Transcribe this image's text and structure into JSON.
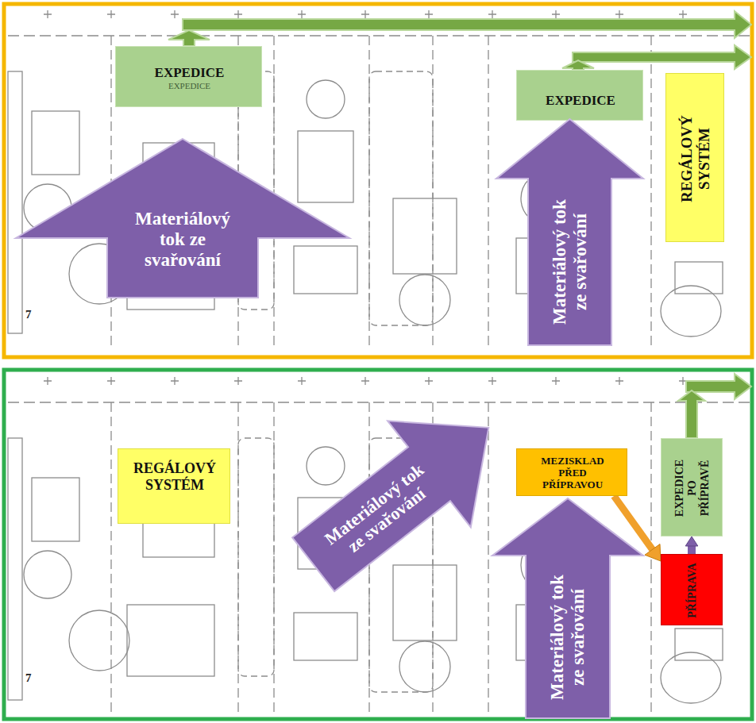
{
  "diagram": {
    "nodes": [
      {
        "text": [
          "EXPEDICE",
          "EXPEDICE"
        ]
      },
      {
        "text": [
          "EXPEDICE"
        ]
      },
      {
        "text": [
          "REGÁLOVÝ SYSTÉM"
        ]
      },
      {
        "text": [
          "Materiálový tok ze svařování"
        ]
      },
      {
        "text": [
          "Materiálový tok ze svařování"
        ]
      },
      {
        "text": [
          "REGÁLOVÝ SYSTÉM"
        ]
      },
      {
        "text": [
          "MEZISKLAD PŘED PŘÍPRAVOU"
        ]
      },
      {
        "text": [
          "EXPEDICE PO PŘÍPRAVĚ"
        ]
      },
      {
        "text": [
          "Materiálový tok ze svařování"
        ]
      },
      {
        "text": [
          "PŘÍPRAVA"
        ]
      },
      {
        "text": [
          "Materiálový tok ze svařování"
        ]
      }
    ],
    "edges": [
      {
        "from": 6,
        "to": 9,
        "arrow": "to"
      },
      {
        "from": 9,
        "to": 7,
        "arrow": "to"
      }
    ],
    "labels": [
      "7",
      "7"
    ]
  }
}
